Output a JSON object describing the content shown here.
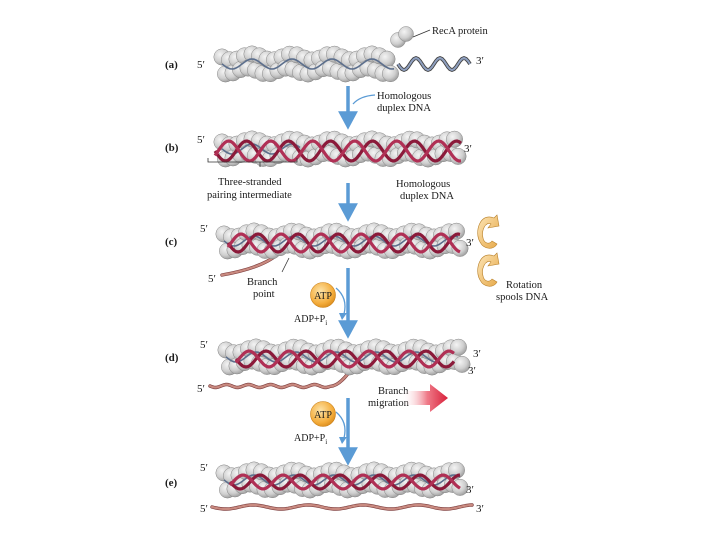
{
  "panels": {
    "a": "(a)",
    "b": "(b)",
    "c": "(c)",
    "d": "(d)",
    "e": "(e)"
  },
  "ends": {
    "five_prime": "5′",
    "three_prime": "3′"
  },
  "annotations": {
    "reca_protein": "RecA protein",
    "homologous_duplex_line1": "Homologous",
    "homologous_duplex_line2": "duplex DNA",
    "three_stranded_line1": "Three-stranded",
    "three_stranded_line2": "pairing intermediate",
    "branch_point_line1": "Branch",
    "branch_point_line2": "point",
    "rotation_line1": "Rotation",
    "rotation_line2": "spools DNA",
    "branch_migration_line1": "Branch",
    "branch_migration_line2": "migration",
    "atp": "ATP",
    "adp_pi": "ADP+P",
    "pi_subscript": "i"
  },
  "colors": {
    "reca_sphere": "#c9c9c9",
    "single_strand": "#5b6e8c",
    "duplex_strand": "#8b1a3a",
    "displaced_strand": "#c98a80",
    "flow_arrow": "#5b9bd5",
    "atp_orange": "#f0a030",
    "migration_arrow": "#d8203a",
    "rotation_arrow": "#e8b860"
  }
}
